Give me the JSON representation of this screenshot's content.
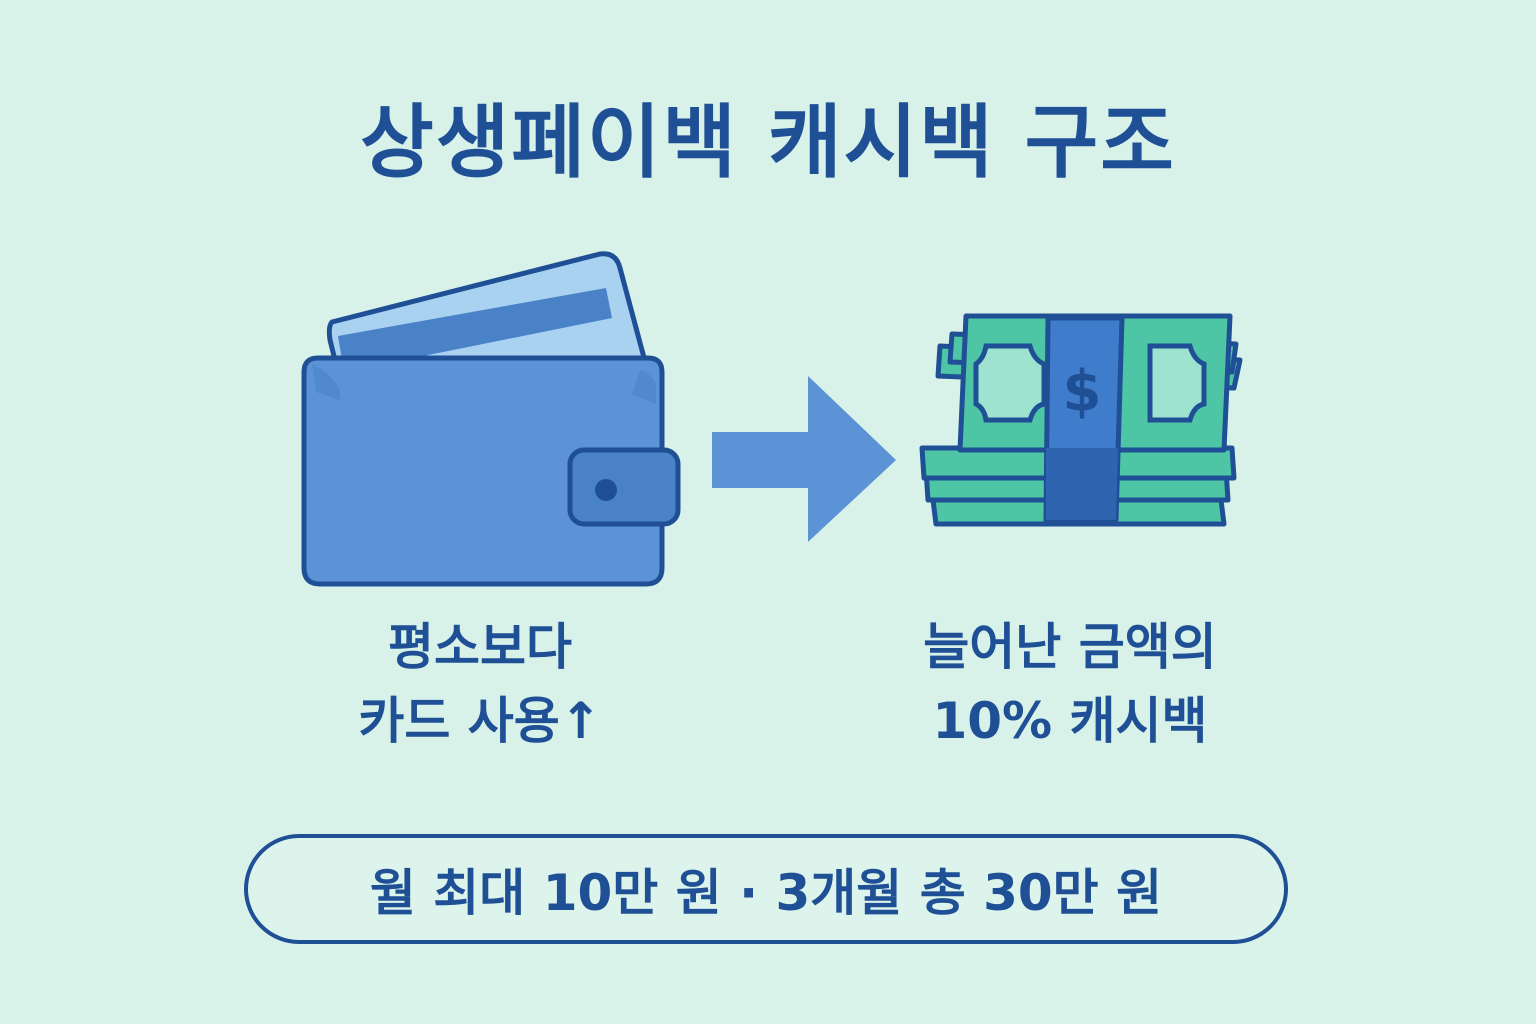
{
  "title": "상생페이백 캐시백 구조",
  "left_caption": {
    "line1": "평소보다",
    "line2": "카드 사용↑"
  },
  "right_caption": {
    "line1": "늘어난 금액의",
    "line2": "10% 캐시백"
  },
  "summary": "월 최대 10만 원 · 3개월 총 30만 원",
  "icons": [
    "wallet-with-card-icon",
    "right-arrow-icon",
    "cash-stack-icon",
    "dollar-sign-icon"
  ],
  "colors": {
    "background": "#d8f2ea",
    "text": "#1f4f95",
    "wallet": "#5b93d6",
    "card": "#a9d2f0",
    "arrow": "#5b93d6",
    "cash": "#4ec5a5",
    "band": "#3f7ccc"
  }
}
